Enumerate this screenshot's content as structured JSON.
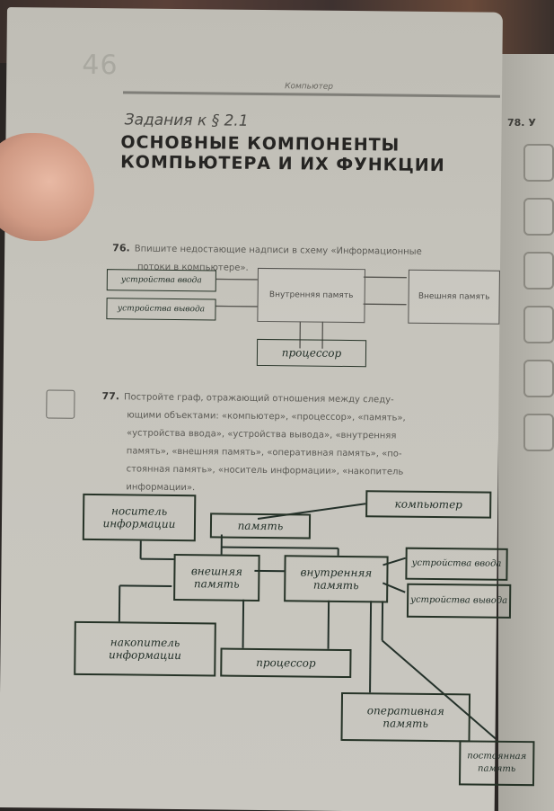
{
  "page": {
    "number": "46",
    "running_head": "Компьютер",
    "task_ref": "Задания к § 2.1",
    "title_line1": "ОСНОВНЫЕ КОМПОНЕНТЫ",
    "title_line2": "КОМПЬЮТЕРА И ИХ ФУНКЦИИ",
    "next_page_num": "78. У"
  },
  "q76": {
    "number": "76.",
    "text_line1": "Впишите недостающие надписи в схему «Информационные",
    "text_line2": "потоки в компьютере».",
    "box_internal": "Внутренняя память",
    "box_external": "Внешняя память",
    "hand_input": "устройства ввода",
    "hand_output": "устройства вывода",
    "hand_processor": "процессор"
  },
  "q77": {
    "number": "77.",
    "text_line1": "Постройте граф, отражающий отношения между следу-",
    "text_line2": "ющими объектами: «компьютер», «процессор», «память»,",
    "text_line3": "«устройства ввода», «устройства вывода», «внутренняя",
    "text_line4": "память», «внешняя память», «оперативная память», «по-",
    "text_line5": "стоянная память», «носитель информации», «накопитель",
    "text_line6": "информации».",
    "nodes": {
      "computer": "компьютер",
      "memory": "память",
      "carrier": "носитель информации",
      "external": "внешняя память",
      "internal": "внутренняя память",
      "input": "устройства ввода",
      "output": "устройства вывода",
      "storage": "накопитель информации",
      "processor": "процессор",
      "ram": "оперативная память",
      "rom": "постоянная память"
    }
  },
  "colors": {
    "paper": "#c6c4bc",
    "ink": "#24312a",
    "print": "#4e4d49"
  }
}
